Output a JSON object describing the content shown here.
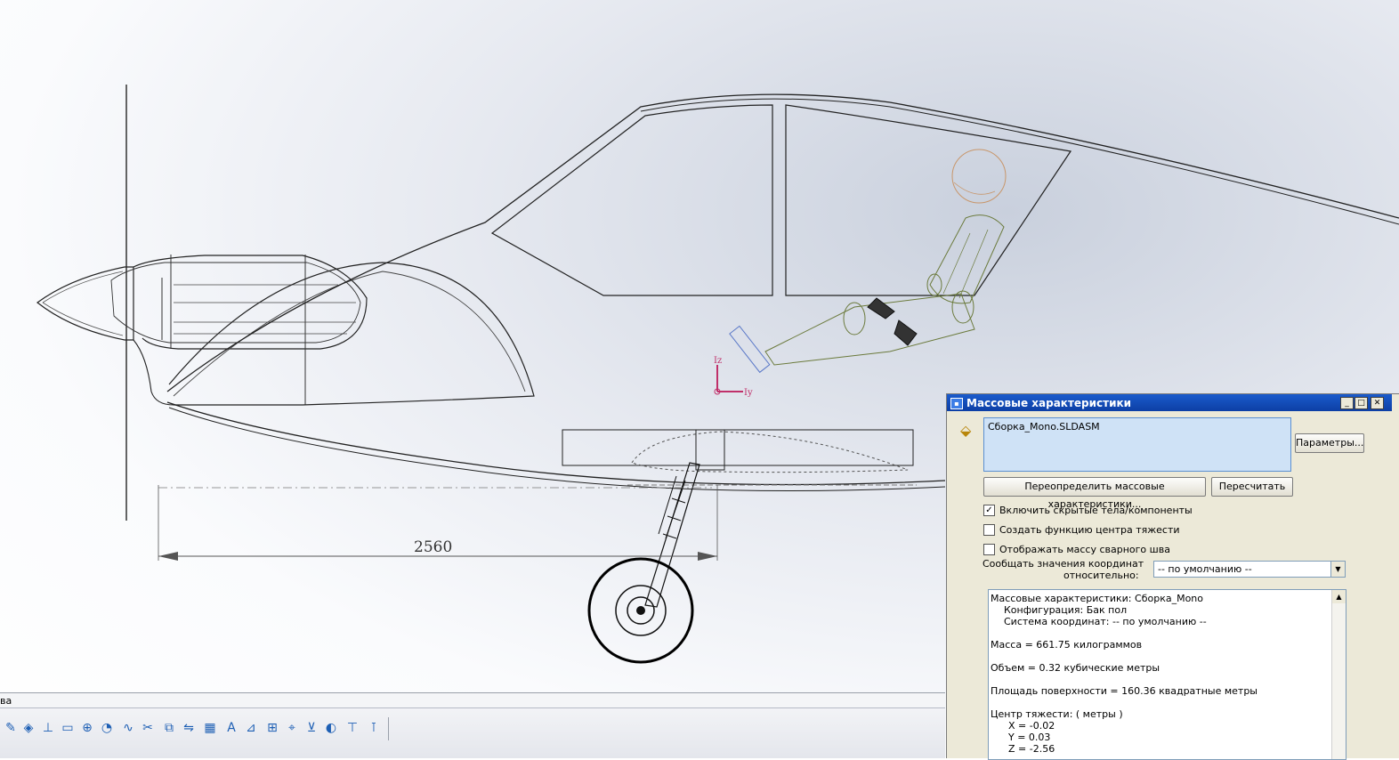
{
  "dimension": {
    "value": "2560"
  },
  "axes": {
    "z_label": "Iz",
    "y_label": "Iy"
  },
  "statusbar": {
    "text": "ва"
  },
  "toolbar": {
    "icons": [
      "sketch-tool-icon",
      "smart-dimension-icon",
      "line-icon",
      "rectangle-icon",
      "circle-icon",
      "arc-icon",
      "spline-icon",
      "trim-icon",
      "offset-icon",
      "mirror-icon",
      "pattern-icon",
      "text-icon",
      "relations-icon",
      "display-relations-icon",
      "repair-icon",
      "quick-snap-icon",
      "rapid-sketch-icon",
      "instant-2d-icon",
      "shaded-sketch-icon",
      "convert-icon",
      "intersection-icon"
    ]
  },
  "dialog": {
    "title": "Массовые характеристики",
    "selection": "Сборка_Mono.SLDASM",
    "options_button": "Параметры...",
    "override_button": "Переопределить массовые характеристики...",
    "recalc_button": "Пересчитать",
    "checkboxes": [
      {
        "label": "Включить скрытые тела/компоненты",
        "checked": true
      },
      {
        "label": "Создать функцию центра тяжести",
        "checked": false
      },
      {
        "label": "Отображать массу сварного шва",
        "checked": false
      }
    ],
    "coord_label_line1": "Сообщать значения координат",
    "coord_label_line2": "относительно:",
    "coord_value": "-- по умолчанию --",
    "results": [
      "Массовые характеристики: Сборка_Mono",
      "Конфигурация: Бак пол",
      "Система координат: -- по умолчанию --",
      "Масса = 661.75 килограммов",
      "Объем = 0.32 кубические метры",
      "Площадь поверхности = 160.36 квадратные метры",
      "Центр тяжести: ( метры )",
      "X = -0.02",
      "Y = 0.03",
      "Z = -2.56"
    ]
  }
}
